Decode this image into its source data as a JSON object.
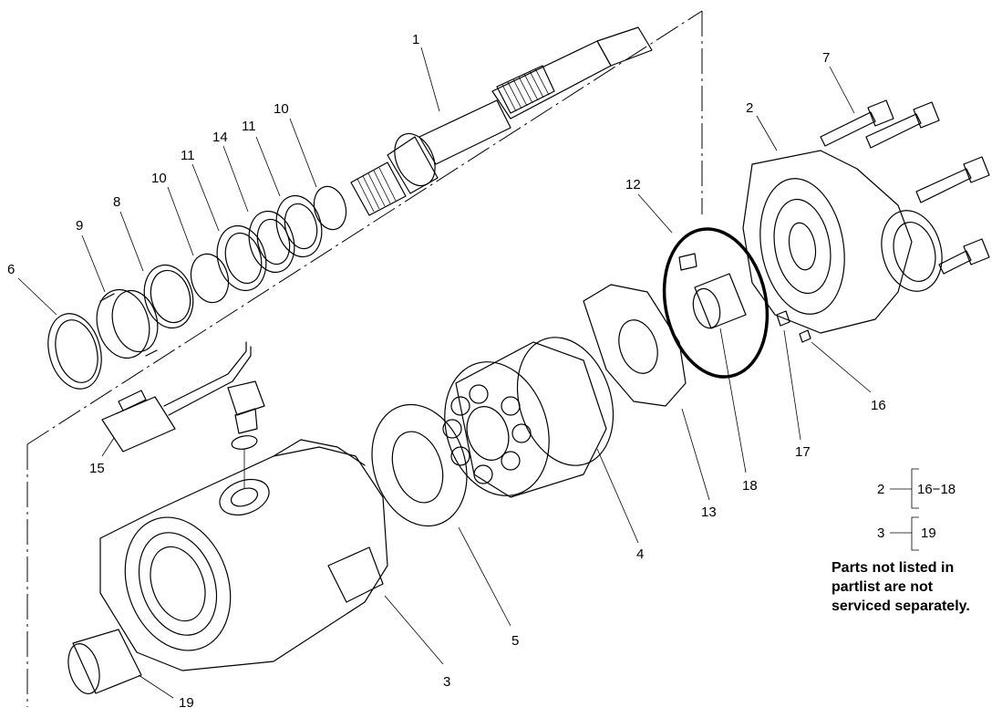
{
  "callouts": {
    "c1": "1",
    "c2": "2",
    "c3": "3",
    "c4": "4",
    "c5": "5",
    "c6": "6",
    "c7": "7",
    "c8": "8",
    "c9": "9",
    "c10a": "10",
    "c10b": "10",
    "c11a": "11",
    "c11b": "11",
    "c12": "12",
    "c13": "13",
    "c14": "14",
    "c15": "15",
    "c16": "16",
    "c17": "17",
    "c18": "18",
    "c19": "19"
  },
  "legend": {
    "row1_parent": "2",
    "row1_children": "16−18",
    "row2_parent": "3",
    "row2_children": "19"
  },
  "note": {
    "line1": "Parts not listed in",
    "line2": "partlist are not",
    "line3": "serviced separately."
  }
}
